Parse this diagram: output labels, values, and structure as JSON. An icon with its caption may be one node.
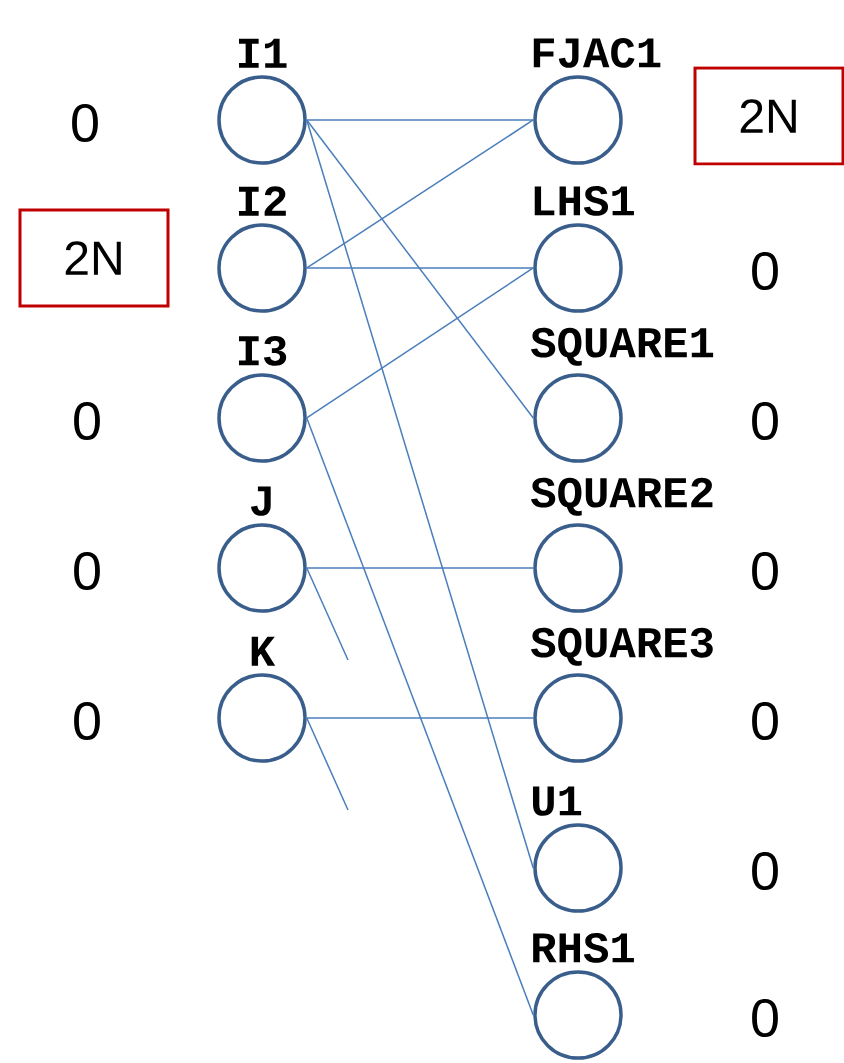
{
  "diagram": {
    "nodes": [
      {
        "text": [
          "I1"
        ]
      },
      {
        "text": [
          "FJAC1"
        ]
      },
      {
        "text": [
          "2N"
        ]
      },
      {
        "text": [
          "2N"
        ]
      },
      {
        "text": [
          "I2"
        ]
      },
      {
        "text": [
          "LHS1"
        ],
        "beside": [
          "0"
        ]
      },
      {
        "text": [
          "I3"
        ],
        "beside": [
          "0"
        ]
      },
      {
        "text": [
          "SQUARE1"
        ],
        "beside": [
          "0"
        ]
      },
      {
        "text": [
          "J"
        ],
        "beside": [
          "0"
        ]
      },
      {
        "text": [
          "SQUARE2"
        ],
        "beside": [
          "0"
        ]
      },
      {
        "text": [
          "K"
        ],
        "beside": [
          "0"
        ]
      },
      {
        "text": [
          "SQUARE3"
        ],
        "beside": [
          "0"
        ]
      },
      {
        "text": [
          "U1"
        ],
        "beside": [
          "0"
        ]
      },
      {
        "text": [
          "RHS1"
        ],
        "beside": [
          "0"
        ]
      }
    ],
    "edges": [
      {
        "from": 0,
        "to": 1,
        "arrow": "none"
      },
      {
        "from": 0,
        "to": 7,
        "arrow": "none"
      },
      {
        "from": 0,
        "to": 12,
        "arrow": "none"
      },
      {
        "from": 4,
        "to": 1,
        "arrow": "none"
      },
      {
        "from": 4,
        "to": 5,
        "arrow": "none"
      },
      {
        "from": 6,
        "to": 5,
        "arrow": "none"
      },
      {
        "from": 6,
        "to": 13,
        "arrow": "none"
      },
      {
        "from": 8,
        "to": 9,
        "arrow": "none"
      },
      {
        "from": 8,
        "to": null,
        "arrow": "none"
      },
      {
        "from": 10,
        "to": 11,
        "arrow": "none"
      },
      {
        "from": 10,
        "to": null,
        "arrow": "none"
      }
    ],
    "labels": [
      "0"
    ]
  }
}
